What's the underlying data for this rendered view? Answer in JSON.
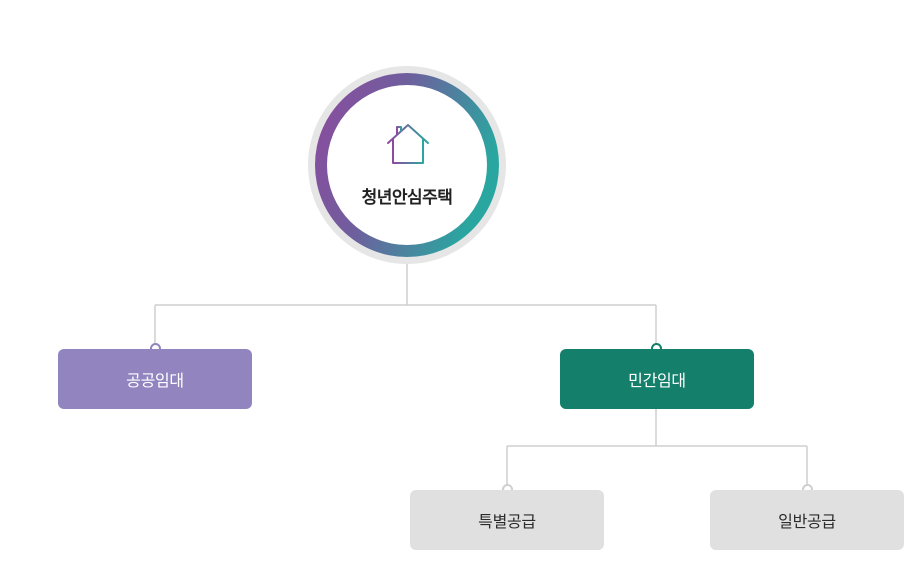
{
  "root": {
    "label": "청년안심주택",
    "icon": "house-icon"
  },
  "children": [
    {
      "label": "공공임대",
      "color": "#9285bf"
    },
    {
      "label": "민간임대",
      "color": "#147f6a",
      "children": [
        {
          "label": "특별공급",
          "color": "#e0e0e0"
        },
        {
          "label": "일반공급",
          "color": "#e0e0e0"
        }
      ]
    }
  ],
  "colors": {
    "ring_start": "#8e4a9e",
    "ring_end": "#2aa6a0",
    "ring_halo": "#e6e6e6",
    "connector": "#cfcfcf"
  }
}
